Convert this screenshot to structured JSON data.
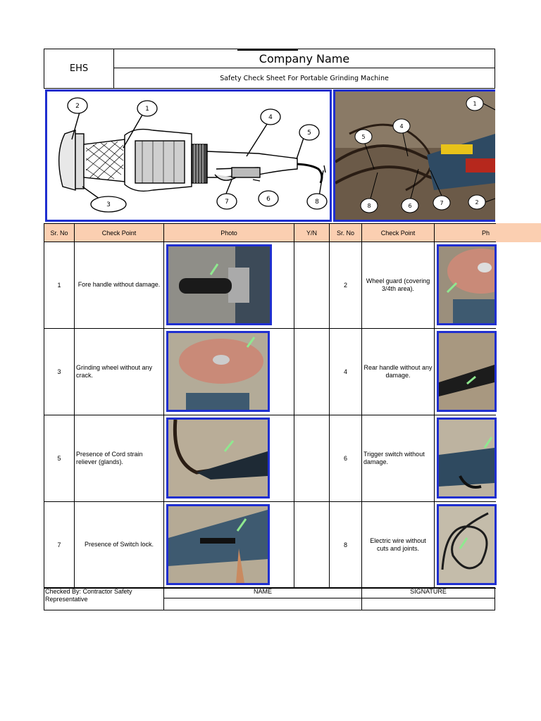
{
  "header": {
    "ehs": "EHS",
    "company": "Company Name",
    "subtitle": "Safety Check Sheet For Portable Grinding Machine"
  },
  "diagram_labels": [
    "1",
    "2",
    "3",
    "4",
    "5",
    "6",
    "7",
    "8"
  ],
  "photo_labels": [
    "1",
    "2",
    "4",
    "5",
    "6",
    "7",
    "8"
  ],
  "table": {
    "columns": [
      "Sr. No",
      "Check Point",
      "Photo",
      "Y/N",
      "Sr. No",
      "Check Point",
      "Ph"
    ],
    "rows": [
      {
        "left_no": "1",
        "left_check": "Fore handle without damage.",
        "right_no": "2",
        "right_check": "Wheel guard (covering 3/4th area)."
      },
      {
        "left_no": "3",
        "left_check": "Grinding wheel without any crack.",
        "right_no": "4",
        "right_check": "Rear handle without any damage."
      },
      {
        "left_no": "5",
        "left_check": "Presence of Cord strain reliever (glands).",
        "right_no": "6",
        "right_check": "Trigger switch without damage."
      },
      {
        "left_no": "7",
        "left_check": "Presence of Switch lock.",
        "right_no": "8",
        "right_check": "Electric wire without cuts and joints."
      }
    ]
  },
  "footer": {
    "checked_by": "Checked By: Contractor Safety Representative",
    "name_label": "NAME",
    "signature_label": "SIGNATURE"
  },
  "colors": {
    "header_fill": "#fbcfb1",
    "photo_border": "#1f2fd0"
  }
}
